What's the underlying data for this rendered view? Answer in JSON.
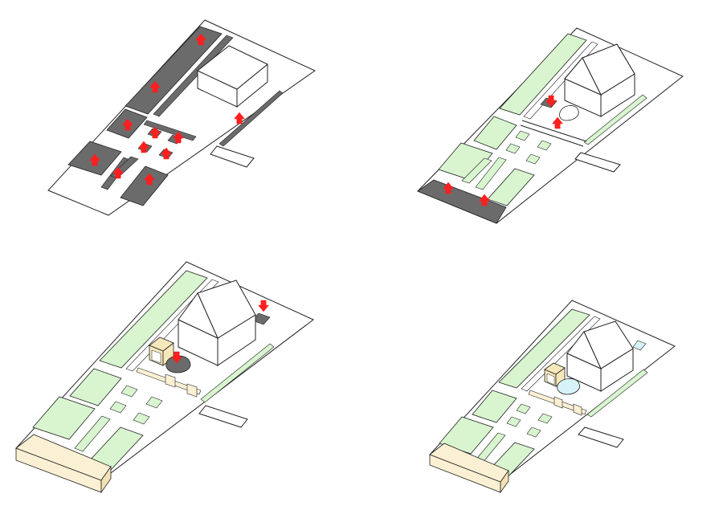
{
  "diagram": {
    "kind": "isometric-site-plan-sequence",
    "panel_count": 4,
    "colors": {
      "paved": "#6b6b6b",
      "planted": "#d8f5cf",
      "arrow": "#ff1f1f",
      "shed": "#f7e8bc",
      "wall": "#fbf0d3",
      "pond": "#d8f3f7",
      "outline": "#222222",
      "ground": "#ffffff"
    },
    "panels": [
      {
        "label": "",
        "stage": "paved-site",
        "arrows": "up"
      },
      {
        "label": "",
        "stage": "partially-planted",
        "arrows": "up"
      },
      {
        "label": "",
        "stage": "planted-with-shed-and-wall",
        "arrows": "down"
      },
      {
        "label": "",
        "stage": "final-with-pond",
        "arrows": "none"
      }
    ]
  }
}
